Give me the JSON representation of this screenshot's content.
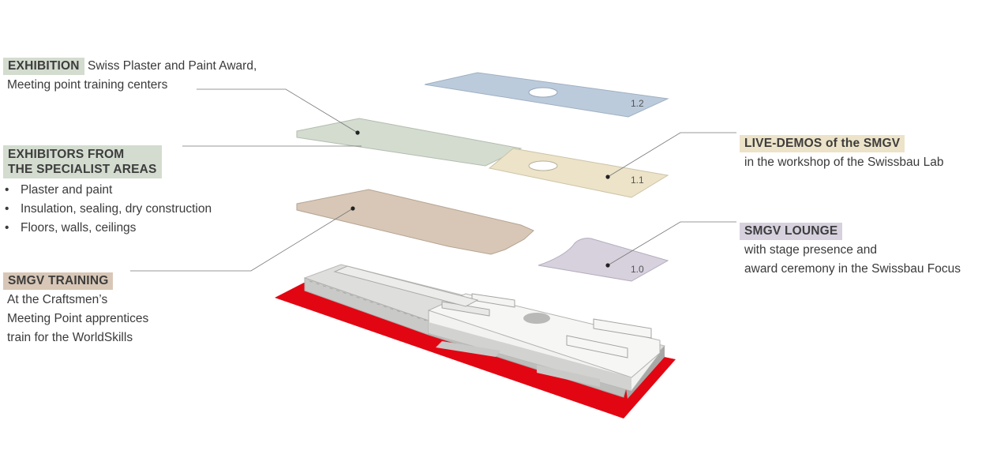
{
  "colors": {
    "exhibition": "#d3dccf",
    "exhibitors": "#d3dccf",
    "training": "#d8c7b6",
    "livedemos": "#ece3c8",
    "lounge": "#d7d1de",
    "floor_1_2": "#bccbdc",
    "base": "#e20613"
  },
  "floors": {
    "f12": "1.2",
    "f11": "1.1",
    "f10": "1.0"
  },
  "exhibition": {
    "tag": "EXHIBITION",
    "text1": "Swiss Plaster and Paint Award,",
    "text2": "Meeting point training centers"
  },
  "exhibitors": {
    "tag1": "EXHIBITORS FROM",
    "tag2": "THE SPECIALIST AREAS",
    "items": [
      "Plaster and paint",
      "Insulation, sealing, dry construction",
      "Floors, walls, ceilings"
    ]
  },
  "training": {
    "tag": "SMGV TRAINING",
    "lines": [
      "At the Craftsmen’s",
      "Meeting Point apprentices",
      "train for the WorldSkills"
    ]
  },
  "livedemos": {
    "tag": "LIVE-DEMOS of the SMGV",
    "text": "in the workshop of the Swissbau Lab"
  },
  "lounge": {
    "tag": "SMGV LOUNGE",
    "lines": [
      "with stage presence and",
      "award ceremony in the Swissbau Focus"
    ]
  }
}
